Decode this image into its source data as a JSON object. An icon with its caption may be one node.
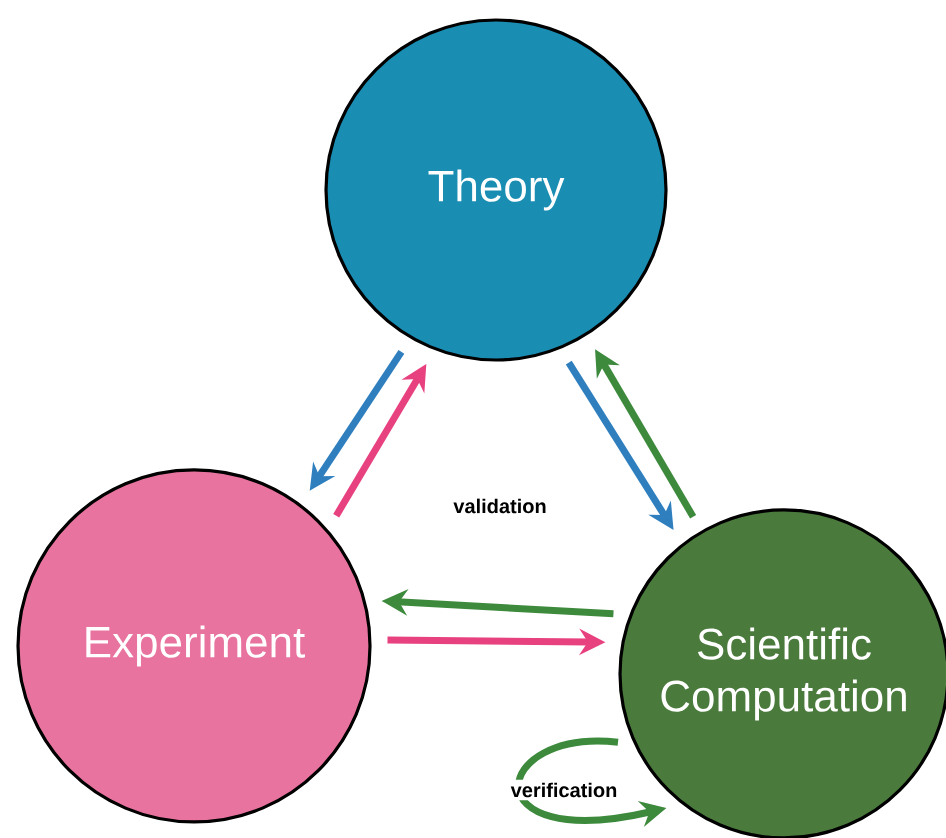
{
  "diagram": {
    "nodes": [
      {
        "text": [
          "Theory"
        ]
      },
      {
        "text": [
          "Experiment"
        ]
      },
      {
        "text": [
          "Scientific Computation"
        ]
      }
    ],
    "edges": [
      {
        "from": 0,
        "to": 1,
        "arrow": "to",
        "color": "#2f7fbf"
      },
      {
        "from": 1,
        "to": 0,
        "arrow": "to",
        "color": "#e8417f"
      },
      {
        "from": 0,
        "to": 2,
        "arrow": "to",
        "color": "#2f7fbf"
      },
      {
        "from": 2,
        "to": 0,
        "arrow": "to",
        "color": "#3d8a3d"
      },
      {
        "from": 2,
        "to": 1,
        "arrow": "to",
        "color": "#3d8a3d"
      },
      {
        "from": 1,
        "to": 2,
        "arrow": "to",
        "color": "#e8417f"
      },
      {
        "from": 2,
        "to": 2,
        "arrow": "to",
        "color": "#3d8a3d",
        "label": "verification"
      }
    ],
    "labels": [
      "validation"
    ]
  }
}
